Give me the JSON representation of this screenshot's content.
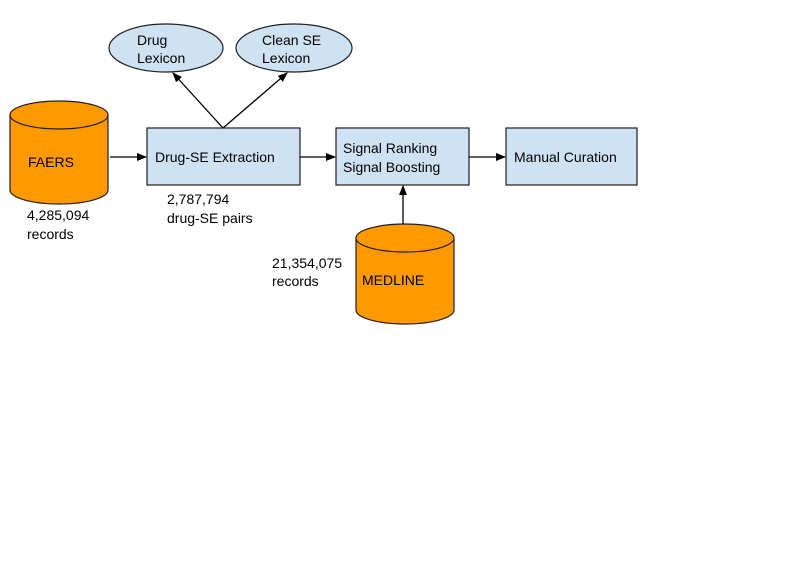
{
  "colors": {
    "process_fill": "#cfe2f3",
    "process_stroke": "#1f1f1f",
    "database_fill": "#ff9900",
    "ellipse_fill": "#cfe2f3",
    "arrow": "#000000"
  },
  "ellipses": {
    "drug_lexicon": {
      "line1": "Drug",
      "line2": "Lexicon"
    },
    "clean_se_lexicon": {
      "line1": "Clean SE",
      "line2": "Lexicon"
    }
  },
  "databases": {
    "faers": {
      "label": "FAERS",
      "count": "4,285,094",
      "count_unit": "records"
    },
    "medline": {
      "label": "MEDLINE",
      "count": "21,354,075",
      "count_unit": "records"
    }
  },
  "processes": {
    "drug_se_extraction": {
      "label": "Drug-SE Extraction",
      "count": "2,787,794",
      "count_unit": "drug-SE pairs"
    },
    "signal_ranking": {
      "line1": "Signal Ranking",
      "line2": "Signal Boosting"
    },
    "manual_curation": {
      "label": "Manual Curation"
    }
  }
}
